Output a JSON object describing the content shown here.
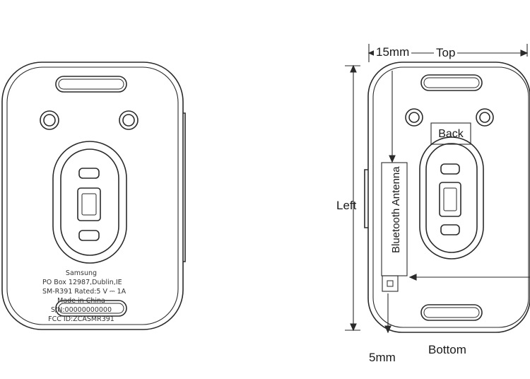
{
  "left_device": {
    "label_lines": [
      "Samsung",
      "PO Box 12987,Dublin,IE",
      "SM-R391 Rated:5 V ⎓ 1A",
      "Made in China",
      "S/N:00000000000",
      "FCC ID:ZCASMR391"
    ]
  },
  "right_device": {
    "dimension_top": "15mm",
    "dimension_bottom": "5mm",
    "side_top": "Top",
    "side_bottom": "Bottom",
    "side_left": "Left",
    "side_back": "Back",
    "antenna_label": "Bluetooth Antenna"
  }
}
